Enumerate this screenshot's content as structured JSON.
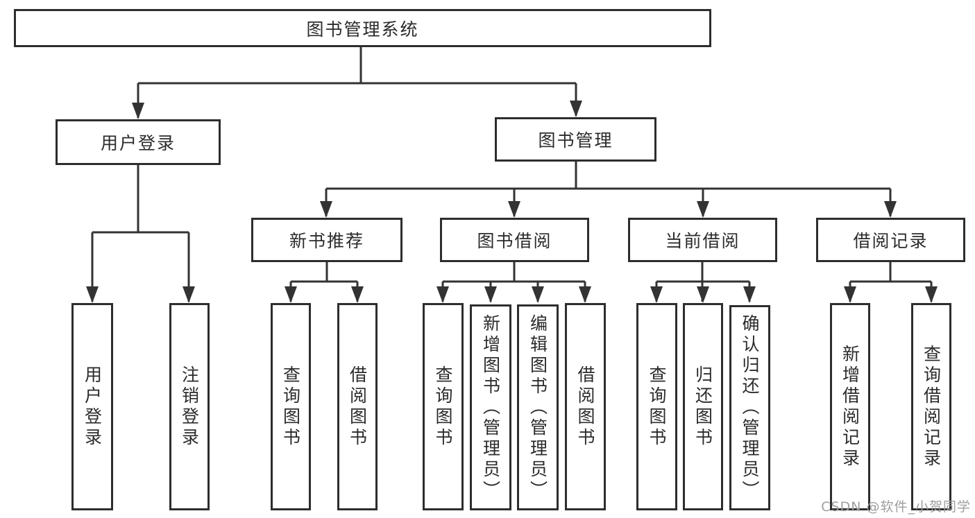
{
  "diagram": {
    "root_label": "图书管理系统",
    "branches": {
      "user_login": {
        "label": "用户登录",
        "children": [
          "用户登录",
          "注销登录"
        ]
      },
      "book_management": {
        "label": "图书管理",
        "sections": [
          {
            "label": "新书推荐",
            "children": [
              "查询图书",
              "借阅图书"
            ]
          },
          {
            "label": "图书借阅",
            "children": [
              "查询图书",
              "新增图书（管理员）",
              "编辑图书（管理员）",
              "借阅图书"
            ]
          },
          {
            "label": "当前借阅",
            "children": [
              "查询图书",
              "归还图书",
              "确认归还（管理员）"
            ]
          },
          {
            "label": "借阅记录",
            "children": [
              "新增借阅记录",
              "查询借阅记录"
            ]
          }
        ]
      }
    },
    "colors": {
      "line": "#333333",
      "box_border": "#2d2d2d",
      "text": "#2b2b2b",
      "background": "#ffffff",
      "watermark": "#9e9e9e"
    }
  },
  "watermark": {
    "text": "CSDN @软件_小贺同学"
  }
}
